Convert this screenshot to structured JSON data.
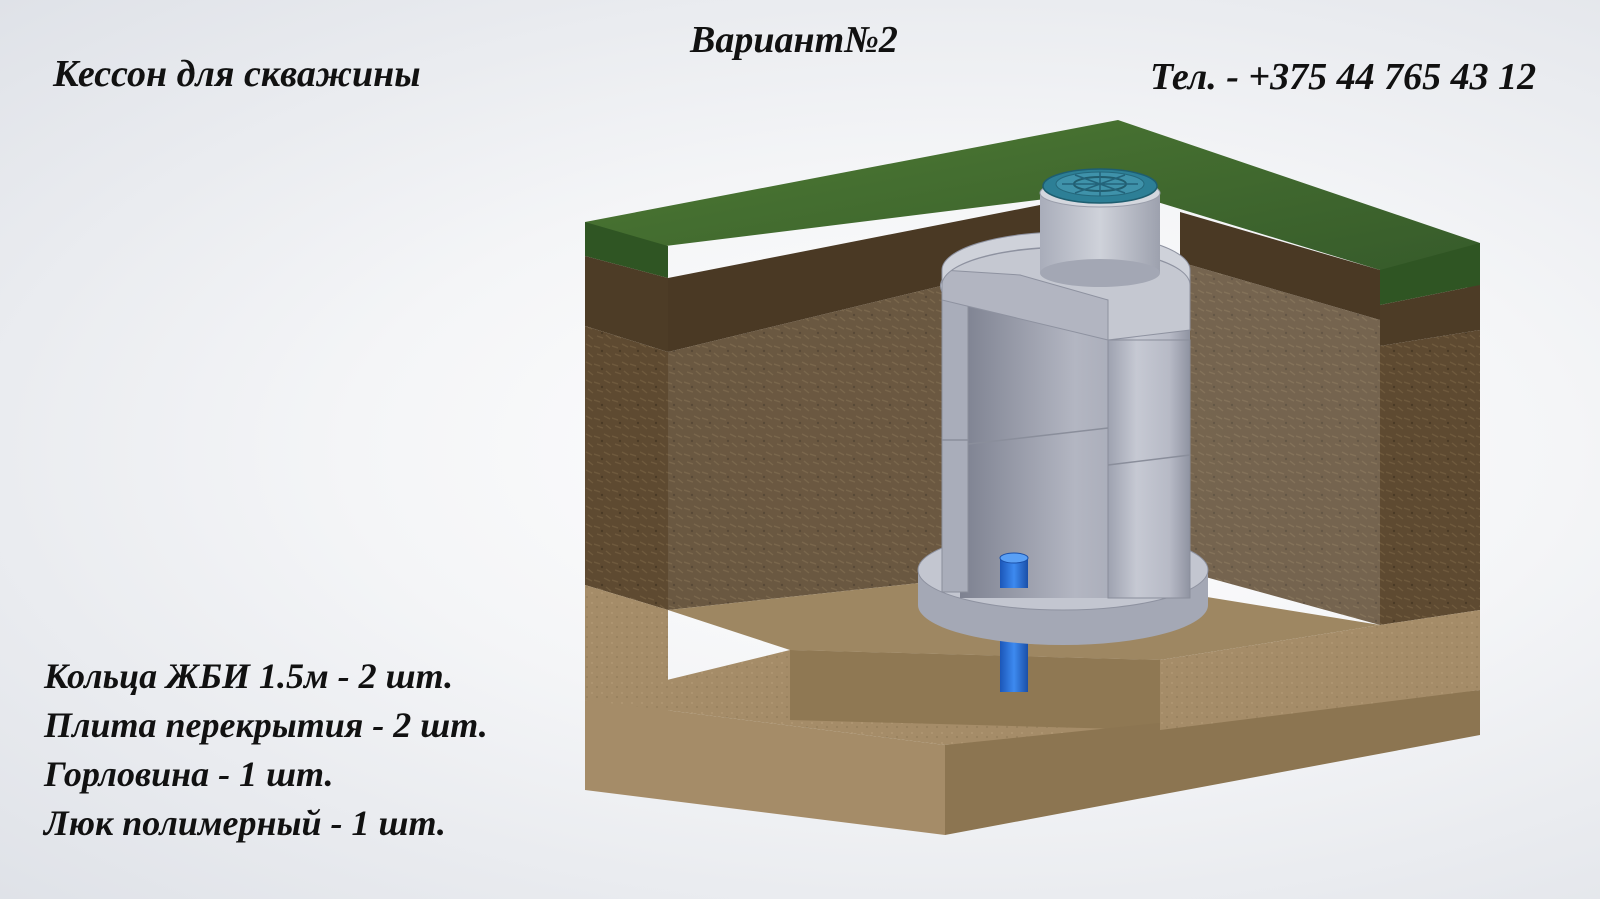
{
  "header": {
    "title": "Кессон для скважины",
    "variant": "Вариант№2",
    "phone": "Тел. - +375 44 765 43 12"
  },
  "specs": [
    "Кольца ЖБИ 1.5м - 2 шт.",
    "Плита перекрытия - 2 шт.",
    "Горловина - 1 шт.",
    "Люк полимерный - 1 шт."
  ],
  "diagram": {
    "colors": {
      "grass": "#3f6a2c",
      "topsoil": "#4a3a26",
      "soil": "#5f4a30",
      "sand": "#a88f6b",
      "concrete": "#b9bdc9",
      "pipe": "#2a6fd6",
      "hatch": "#3f8aa0"
    },
    "parts": [
      "grass-layer",
      "topsoil-layer",
      "soil-layer",
      "sand-layer",
      "concrete-rings",
      "cover-slab",
      "neck",
      "polymer-hatch",
      "base-slab",
      "well-pipe"
    ]
  }
}
